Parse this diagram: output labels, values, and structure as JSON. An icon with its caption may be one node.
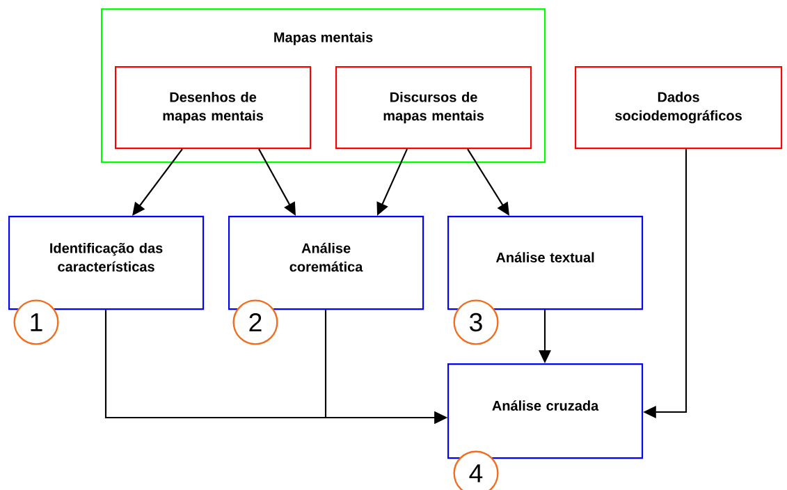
{
  "diagram": {
    "nodes": [
      {
        "text": [
          "Mapas mentais"
        ]
      },
      {
        "text": [
          "Desenhos de mapas mentais"
        ],
        "in": 0
      },
      {
        "text": [
          "Discursos de mapas mentais"
        ],
        "in": 0
      },
      {
        "text": [
          "Dados sociodemográficos"
        ]
      },
      {
        "text": [
          "Identificação das características"
        ]
      },
      {
        "text": [
          "Análise coremática"
        ]
      },
      {
        "text": [
          "Análise textual"
        ]
      },
      {
        "text": [
          "1"
        ]
      },
      {
        "text": [
          "2"
        ]
      },
      {
        "text": [
          "3"
        ]
      },
      {
        "text": [
          "Análise cruzada"
        ]
      },
      {
        "text": [
          "4"
        ]
      }
    ],
    "edges": [
      {
        "from": 1,
        "to": 4,
        "arrow": "to"
      },
      {
        "from": 1,
        "to": 5,
        "arrow": "to"
      },
      {
        "from": 2,
        "to": 5,
        "arrow": "to"
      },
      {
        "from": 2,
        "to": 6,
        "arrow": "to"
      },
      {
        "from": 6,
        "to": 10,
        "arrow": "to"
      },
      {
        "from": 3,
        "to": 10,
        "arrow": "to"
      },
      {
        "from": 4,
        "to": 10,
        "arrow": "to"
      },
      {
        "from": 5,
        "to": 10,
        "arrow": "to"
      }
    ]
  }
}
